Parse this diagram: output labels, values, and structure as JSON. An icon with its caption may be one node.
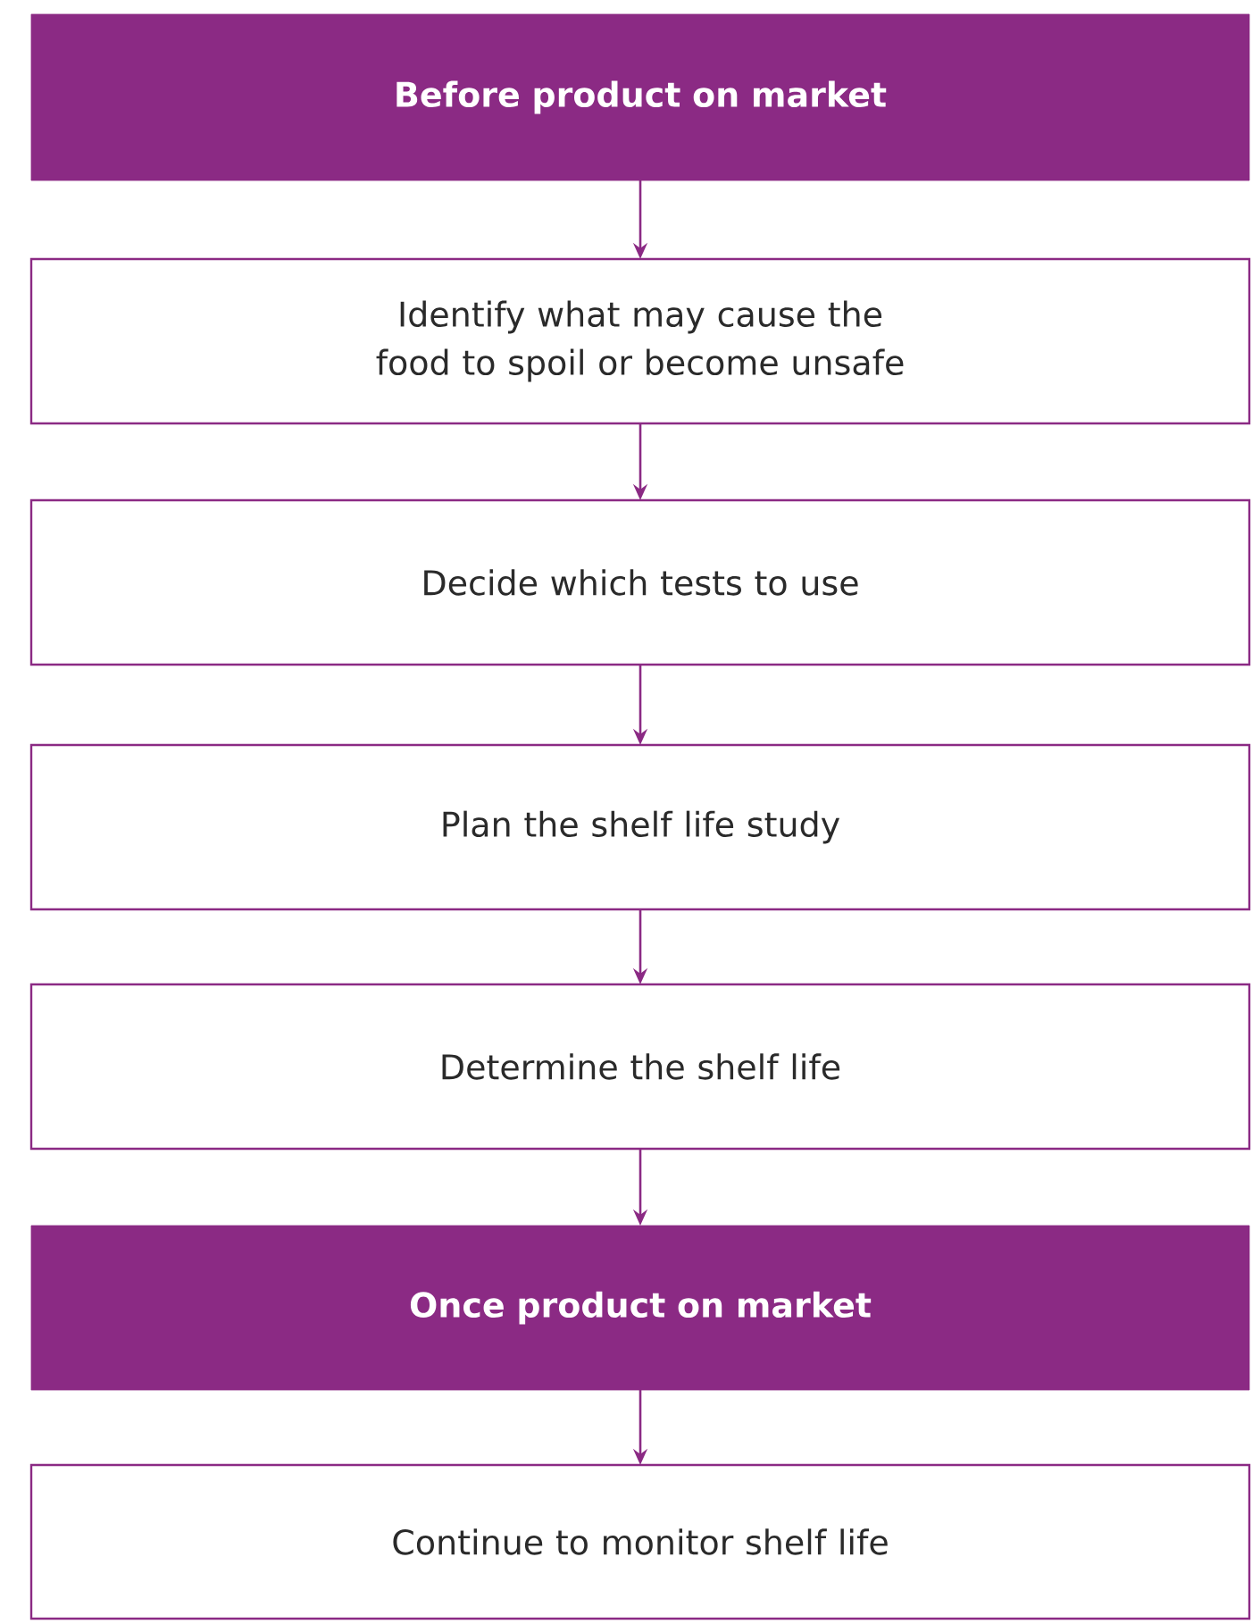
{
  "diagram": {
    "nodes": [
      {
        "text": [
          "Before product on market"
        ]
      },
      {
        "text": [
          "Identify what may cause the food to spoil or become unsafe"
        ]
      },
      {
        "text": [
          "Decide which tests to use"
        ]
      },
      {
        "text": [
          "Plan the shelf life study"
        ]
      },
      {
        "text": [
          "Determine the shelf life"
        ]
      },
      {
        "text": [
          "Once product on market"
        ]
      },
      {
        "text": [
          "Continue to monitor shelf life"
        ]
      }
    ],
    "edges": [
      {
        "from": 0,
        "to": 1,
        "arrow": "to"
      },
      {
        "from": 1,
        "to": 2,
        "arrow": "to"
      },
      {
        "from": 2,
        "to": 3,
        "arrow": "to"
      },
      {
        "from": 3,
        "to": 4,
        "arrow": "to"
      },
      {
        "from": 4,
        "to": 5,
        "arrow": "to"
      },
      {
        "from": 5,
        "to": 6,
        "arrow": "to"
      }
    ]
  }
}
